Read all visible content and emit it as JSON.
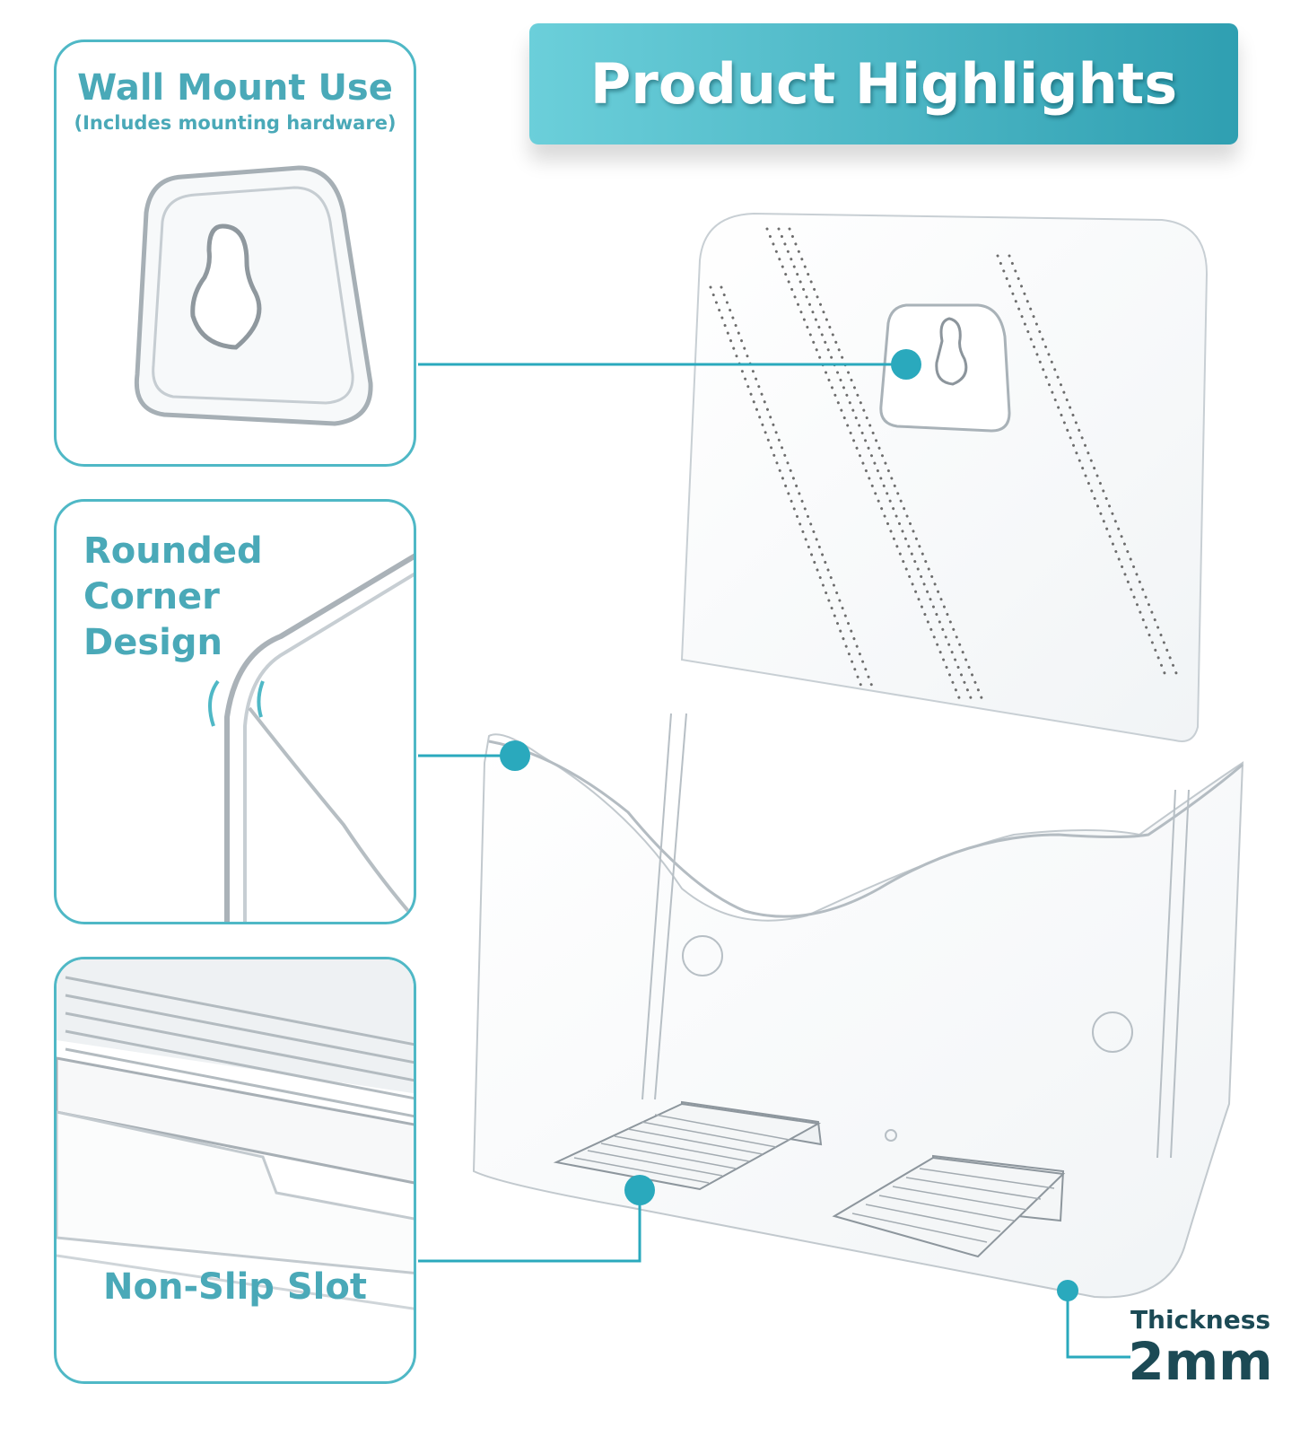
{
  "banner": {
    "title": "Product Highlights"
  },
  "features": [
    {
      "title": "Wall Mount Use",
      "subtitle": "(Includes mounting hardware)"
    },
    {
      "title": "Rounded Corner Design"
    },
    {
      "title": "Non-Slip Slot"
    }
  ],
  "thickness": {
    "label": "Thickness",
    "value": "2mm"
  },
  "colors": {
    "accent": "#4fb8c6",
    "text": "#4aa9b8",
    "callout": "#2aa9bd",
    "dark_text": "#1c4a55"
  }
}
